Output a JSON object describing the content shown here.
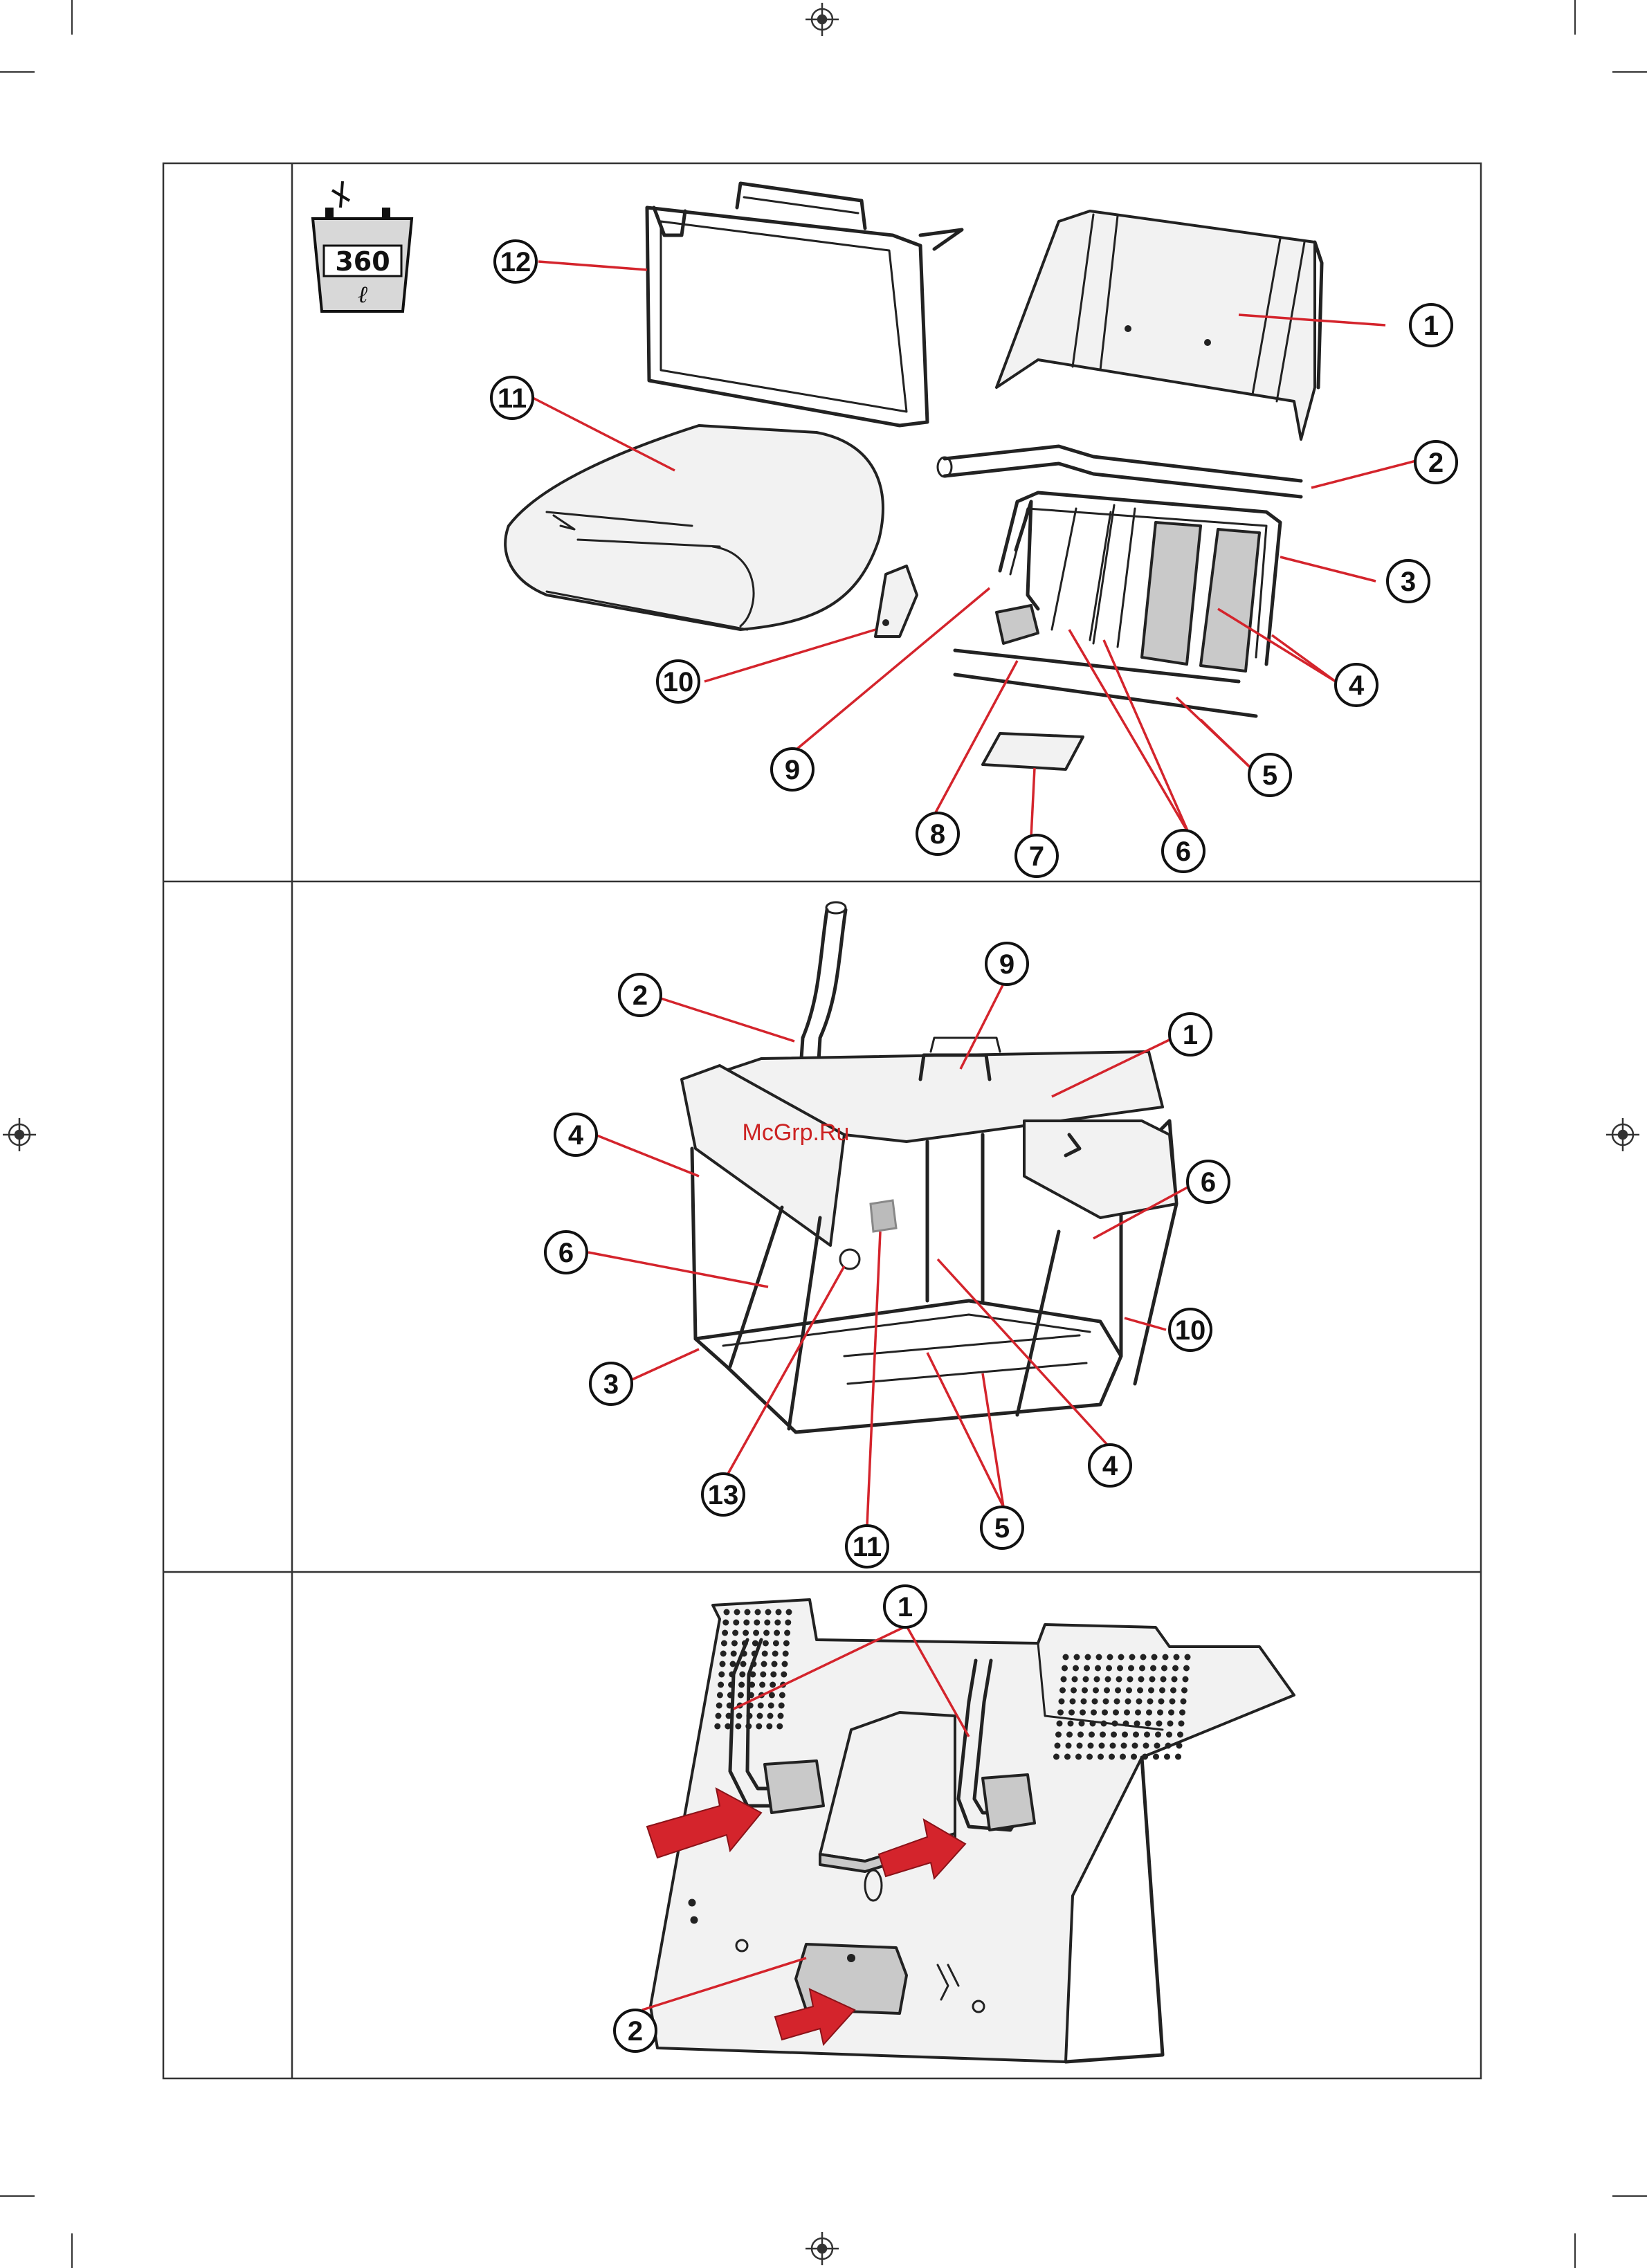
{
  "icon": {
    "volume_number": "360",
    "volume_unit": "ℓ",
    "icon_name": "grass-bag-capacity-icon"
  },
  "watermark": {
    "text": "McGrp.Ru"
  },
  "colors": {
    "leader": "#d4242c",
    "arrow": "#d4242c",
    "line": "#222222"
  },
  "panels": [
    {
      "labels": [
        "12",
        "1",
        "11",
        "2",
        "3",
        "4",
        "10",
        "5",
        "9",
        "8",
        "7",
        "6"
      ]
    },
    {
      "labels": [
        "2",
        "9",
        "1",
        "4",
        "6",
        "6",
        "10",
        "3",
        "4",
        "13",
        "11",
        "5"
      ]
    },
    {
      "labels": [
        "1",
        "2"
      ]
    }
  ]
}
